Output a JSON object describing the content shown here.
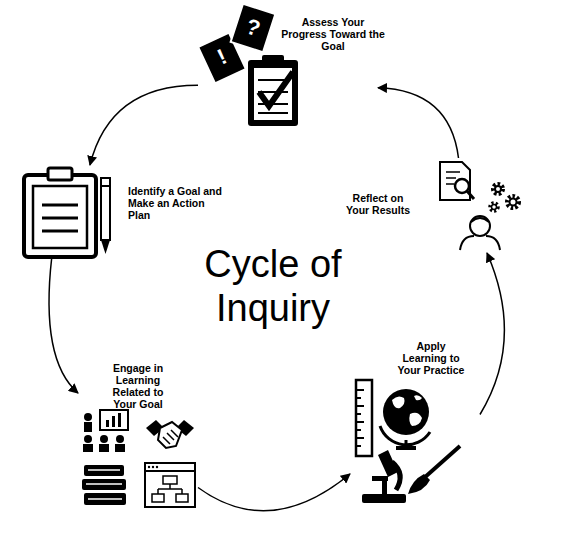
{
  "diagram": {
    "title": "Cycle of Inquiry",
    "nodes": [
      {
        "text": [
          "Assess Your Progress Toward the Goal"
        ]
      },
      {
        "text": [
          "Identify a Goal and Make an Action Plan"
        ]
      },
      {
        "text": [
          "Reflect on Your Results"
        ]
      },
      {
        "text": [
          "Engage in Learning Related to Your Goal"
        ]
      },
      {
        "text": [
          "Apply Learning to Your Practice"
        ]
      }
    ],
    "edges": [
      {
        "from": 0,
        "to": 1,
        "arrow": "to"
      },
      {
        "from": 1,
        "to": 3,
        "arrow": "to"
      },
      {
        "from": 3,
        "to": 4,
        "arrow": "to"
      },
      {
        "from": 4,
        "to": 2,
        "arrow": "to"
      },
      {
        "from": 2,
        "to": 0,
        "arrow": "to"
      }
    ],
    "labels": [
      "!",
      "?"
    ]
  }
}
